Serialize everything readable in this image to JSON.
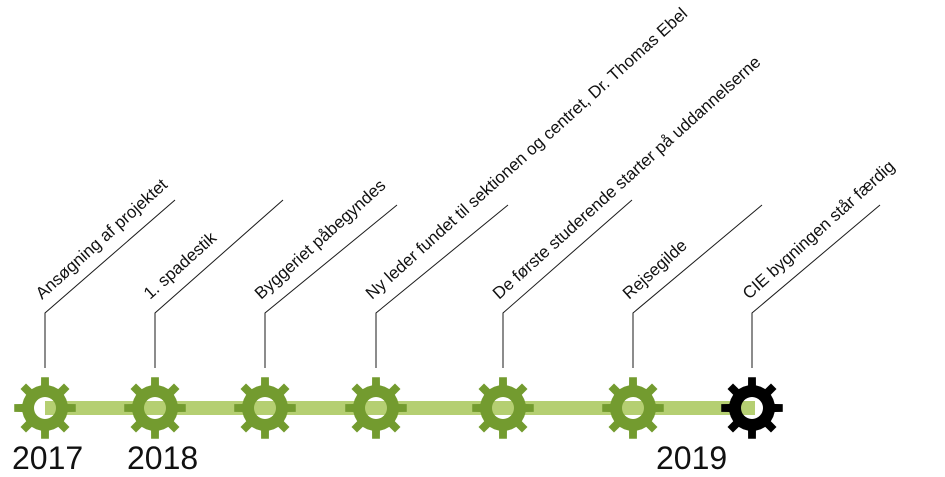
{
  "colors": {
    "gear": "#739b2f",
    "gear_final": "#000000",
    "track": "#b5cf72",
    "leader": "#1a1a1a",
    "text": "#111111"
  },
  "milestones": [
    {
      "label": "Ansøgning af projektet",
      "final": false
    },
    {
      "label": "1. spadestik",
      "final": false
    },
    {
      "label": "Byggeriet påbegyndes",
      "final": false
    },
    {
      "label": "Ny leder fundet til sektionen og centret, Dr. Thomas Ebel",
      "final": false
    },
    {
      "label": "De første studerende starter på uddannelserne",
      "final": false
    },
    {
      "label": "Rejsegilde",
      "final": false
    },
    {
      "label": "CIE bygningen står færdig",
      "final": true
    }
  ],
  "years": [
    "2017",
    "2018",
    "2019"
  ]
}
